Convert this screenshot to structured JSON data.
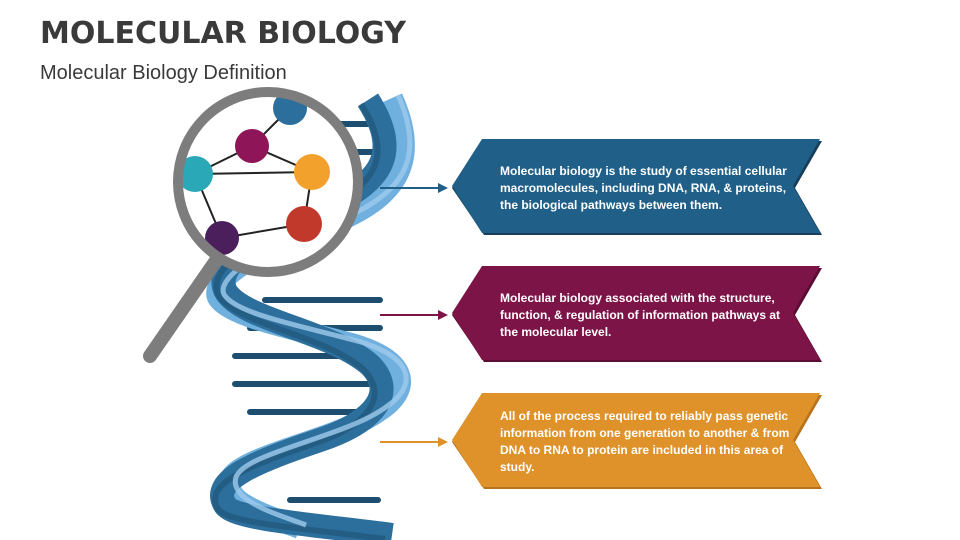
{
  "title": "MOLECULAR BIOLOGY",
  "subtitle": "Molecular Biology Definition",
  "items": [
    {
      "text": "Molecular biology is the study of essential cellular macromolecules, including DNA, RNA, & proteins, the biological pathways between them.",
      "color": "#1f5f88"
    },
    {
      "text": "Molecular biology associated with the structure, function, & regulation of information pathways at the molecular level.",
      "color": "#7d1448"
    },
    {
      "text": "All of the process required to reliably pass genetic information from one generation to another & from DNA to RNA to protein are included in this area of study.",
      "color": "#e0922a"
    }
  ],
  "icons": {
    "magnifier": "magnifier-icon",
    "dna": "dna-helix-icon"
  }
}
